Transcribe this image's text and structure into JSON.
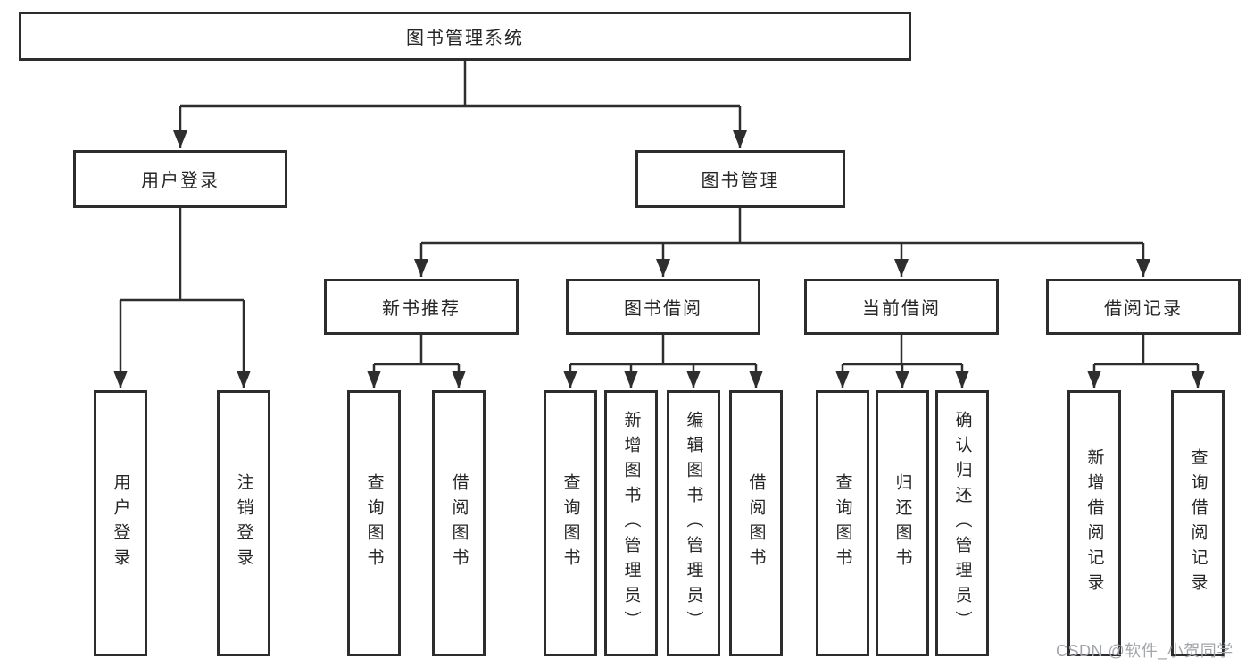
{
  "diagram": {
    "root": {
      "label": "图书管理系统"
    },
    "level2": [
      {
        "label": "用户登录"
      },
      {
        "label": "图书管理"
      }
    ],
    "level3": [
      {
        "label": "新书推荐"
      },
      {
        "label": "图书借阅"
      },
      {
        "label": "当前借阅"
      },
      {
        "label": "借阅记录"
      }
    ],
    "leaves": [
      {
        "label": "用户登录"
      },
      {
        "label": "注销登录"
      },
      {
        "label": "查询图书"
      },
      {
        "label": "借阅图书"
      },
      {
        "label": "查询图书"
      },
      {
        "label": "新增图书（管理员）"
      },
      {
        "label": "编辑图书（管理员）"
      },
      {
        "label": "借阅图书"
      },
      {
        "label": "查询图书"
      },
      {
        "label": "归还图书"
      },
      {
        "label": "确认归还（管理员）"
      },
      {
        "label": "新增借阅记录"
      },
      {
        "label": "查询借阅记录"
      }
    ]
  },
  "watermark": {
    "text": "CSDN @软件_小贺同学"
  },
  "colors": {
    "line": "#2e2e2e",
    "box_border": "#2d2d2d",
    "text": "#262626",
    "watermark": "#a2a6ab",
    "background": "#ffffff"
  }
}
